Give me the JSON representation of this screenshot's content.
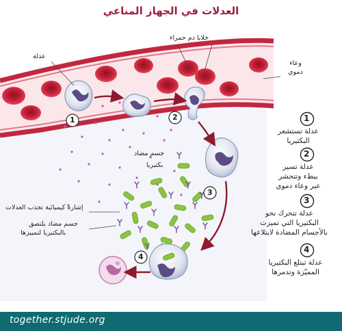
{
  "title": "العدلات في الجهاز المناعي",
  "labels": {
    "neutrophil": "عدلة",
    "red_blood_cells": "خلايا دم حمراء",
    "blood_vessel_line1": "وعاء",
    "blood_vessel_line2": "دموي",
    "antibody": "جسم مضاد",
    "bacteria": "بكتيريا",
    "chemical_signal": "إشارة كيميائية تجذب العدلات",
    "antibody_attached_line1": "جسم مضاد يلتصق",
    "antibody_attached_line2": "بالبكتيريا لتمييزها"
  },
  "steps": [
    {
      "number": "1",
      "line1": "عدلة تستشعر",
      "line2": "البكتيريا",
      "line3": ""
    },
    {
      "number": "2",
      "line1": "عدلة تسير",
      "line2": "ببطء وتتحشر",
      "line3": "عبر وعاء دموي"
    },
    {
      "number": "3",
      "line1": "عدلة تتحرك نحو",
      "line2": "البكتيريا التي تميزت",
      "line3": "بالأجسام المضادة لابتلاعها"
    },
    {
      "number": "4",
      "line1": "عدلة تبتلع البكتيريا",
      "line2": "المميّزة وتدمرها",
      "line3": ""
    }
  ],
  "footer": "together.stjude.org",
  "colors": {
    "title": "#9c1f3c",
    "vessel_wall": "#c2273f",
    "vessel_inner": "#fbe7ea",
    "red_cell": "#c11f35",
    "neutrophil": "#d7dde9",
    "nucleus": "#5b4c84",
    "bacteria": "#8bc43f",
    "antibody": "#7a5a9e",
    "chemical_signal": "#c15ab0",
    "arrow": "#8d1a2e",
    "footer": "#0f6a72"
  }
}
